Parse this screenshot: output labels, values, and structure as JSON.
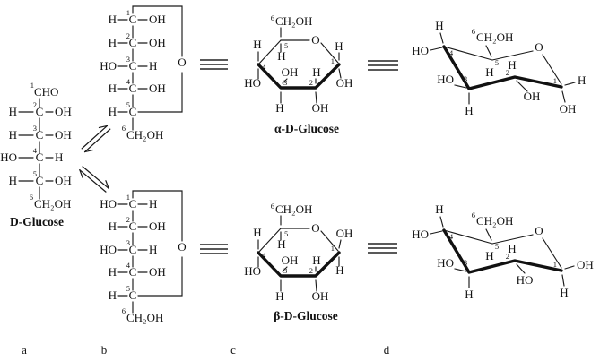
{
  "colors": {
    "ink": "#1a1a1a",
    "background": "#ffffff"
  },
  "open_chain": {
    "label": "D-Glucose",
    "rows": [
      {
        "num": "1",
        "center": "CHO"
      },
      {
        "num": "2",
        "left": "H",
        "center": "C",
        "right": "OH"
      },
      {
        "num": "3",
        "left": "H",
        "center": "C",
        "right": "OH"
      },
      {
        "num": "4",
        "left": "HO",
        "center": "C",
        "right": "H"
      },
      {
        "num": "5",
        "left": "H",
        "center": "C",
        "right": "OH"
      },
      {
        "num": "6",
        "center": "CH₂OH"
      }
    ]
  },
  "cyclic_alpha": {
    "oxygen": "O",
    "rows": [
      {
        "num": "1",
        "left": "H",
        "center": "C",
        "right": "OH"
      },
      {
        "num": "2",
        "left": "H",
        "center": "C",
        "right": "OH"
      },
      {
        "num": "3",
        "left": "HO",
        "center": "C",
        "right": "H"
      },
      {
        "num": "4",
        "left": "H",
        "center": "C",
        "right": "OH"
      },
      {
        "num": "5",
        "left": "H",
        "center": "C"
      },
      {
        "num": "6",
        "center": "CH₂OH"
      }
    ]
  },
  "cyclic_beta": {
    "oxygen": "O",
    "rows": [
      {
        "num": "1",
        "left": "HO",
        "center": "C",
        "right": "H"
      },
      {
        "num": "2",
        "left": "H",
        "center": "C",
        "right": "OH"
      },
      {
        "num": "3",
        "left": "HO",
        "center": "C",
        "right": "H"
      },
      {
        "num": "4",
        "left": "H",
        "center": "C",
        "right": "OH"
      },
      {
        "num": "5",
        "left": "H",
        "center": "C"
      },
      {
        "num": "6",
        "center": "CH₂OH"
      }
    ]
  },
  "haworth_alpha": {
    "label": "α-D-Glucose",
    "oxygen": "O",
    "c6": {
      "num": "6",
      "text": "CH₂OH"
    },
    "c5": {
      "num": "5",
      "down": "H"
    },
    "c4": {
      "num": "4",
      "up": "H",
      "down": "HO"
    },
    "c3": {
      "num": "3",
      "up": "OH",
      "down": "H"
    },
    "c2": {
      "num": "2",
      "up": "H",
      "down": "OH"
    },
    "c1": {
      "num": "1",
      "up": "H",
      "down": "OH"
    }
  },
  "haworth_beta": {
    "label": "β-D-Glucose",
    "oxygen": "O",
    "c6": {
      "num": "6",
      "text": "CH₂OH"
    },
    "c5": {
      "num": "5",
      "down": "H"
    },
    "c4": {
      "num": "4",
      "up": "H",
      "down": "HO"
    },
    "c3": {
      "num": "3",
      "up": "OH",
      "down": "H"
    },
    "c2": {
      "num": "2",
      "up": "H",
      "down": "OH"
    },
    "c1": {
      "num": "1",
      "up": "OH",
      "down": "H"
    }
  },
  "chair_alpha": {
    "oxygen": "O",
    "c6": {
      "num": "6",
      "text": "CH₂OH"
    },
    "c5": {
      "num": "5",
      "down": "H"
    },
    "c4": {
      "num": "4",
      "up": "H",
      "left": "HO"
    },
    "c3": {
      "num": "3",
      "left": "HO",
      "down": "H"
    },
    "c2": {
      "num": "2",
      "up": "H",
      "down": "OH"
    },
    "c1": {
      "num": "1",
      "right": "H",
      "down": "OH"
    }
  },
  "chair_beta": {
    "oxygen": "O",
    "c6": {
      "num": "6",
      "text": "CH₂OH"
    },
    "c5": {
      "num": "5",
      "down": "H"
    },
    "c4": {
      "num": "4",
      "up": "H",
      "left": "HO"
    },
    "c3": {
      "num": "3",
      "left": "HO",
      "down": "H"
    },
    "c2": {
      "num": "2",
      "up": "H",
      "down": "HO"
    },
    "c1": {
      "num": "1",
      "right": "OH",
      "down": "H"
    }
  },
  "panel_letters": {
    "a": "a",
    "b": "b",
    "c": "c",
    "d": "d"
  }
}
